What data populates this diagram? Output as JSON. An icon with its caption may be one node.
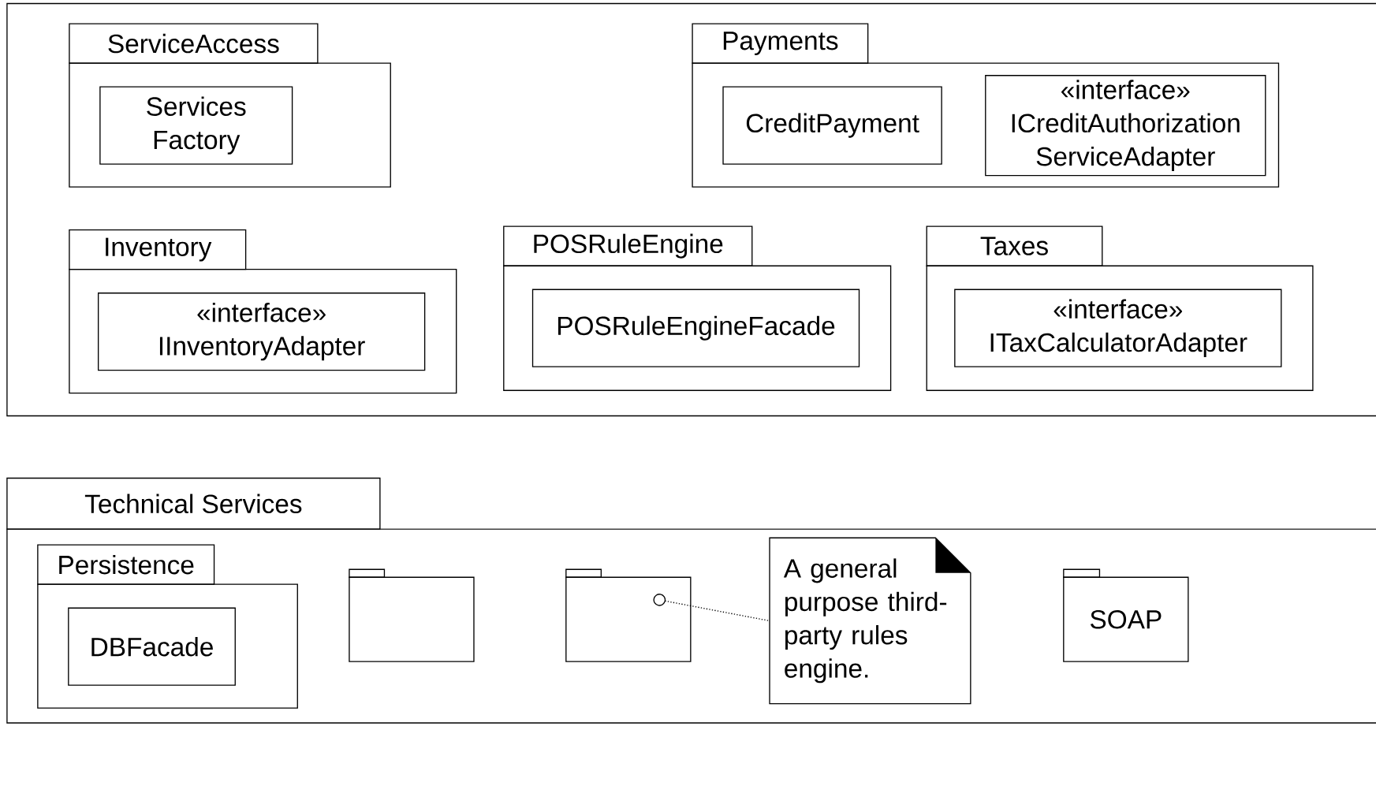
{
  "diagram": {
    "nodes": [
      {
        "text": [],
        "shape": "box"
      },
      {
        "text": [
          "ServiceAccess"
        ],
        "in": 0
      },
      {
        "text": [
          "Services Factory"
        ],
        "in": 1
      },
      {
        "text": [
          "Payments"
        ],
        "in": 0
      },
      {
        "text": [
          "CreditPayment"
        ],
        "in": 3
      },
      {
        "text": [
          "«interface»",
          "ICreditAuthorization ServiceAdapter"
        ],
        "in": 3
      },
      {
        "text": [
          "Inventory"
        ],
        "in": 0
      },
      {
        "text": [
          "«interface»",
          "IInventoryAdapter"
        ],
        "in": 6
      },
      {
        "text": [
          "POSRuleEngine"
        ],
        "in": 0
      },
      {
        "text": [
          "POSRuleEngineFacade"
        ],
        "in": 8
      },
      {
        "text": [
          "Taxes"
        ],
        "in": 0
      },
      {
        "text": [
          "«interface»",
          "ITaxCalculatorAdapter"
        ],
        "in": 10
      },
      {
        "text": [
          "Technical Services"
        ]
      },
      {
        "text": [
          "Persistence"
        ],
        "in": 12
      },
      {
        "text": [
          "DBFacade"
        ],
        "in": 13
      },
      {
        "text": [],
        "shape": "box",
        "in": 12
      },
      {
        "text": [],
        "shape": "box",
        "in": 12
      },
      {
        "text": [
          "A general purpose third-party rules engine."
        ],
        "in": 12
      },
      {
        "text": [
          "SOAP"
        ],
        "in": 12
      }
    ],
    "edges": [
      {
        "from": 16,
        "to": 17,
        "arrow": "other",
        "style": "dashed"
      }
    ]
  }
}
